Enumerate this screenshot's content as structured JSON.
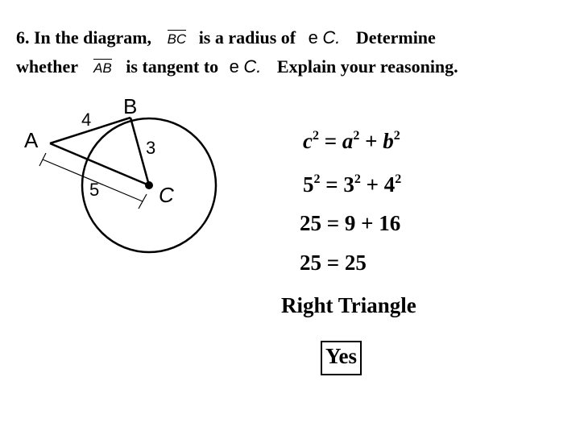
{
  "question": {
    "part1": "6.  In the diagram,",
    "segment_bc": "BC",
    "part2": "is a radius of",
    "circle_symbol": "e",
    "circle_name": "C.",
    "part3": "Determine",
    "line2_start": "whether",
    "segment_ab": "AB",
    "part4": "is tangent to",
    "part5": "Explain your reasoning."
  },
  "diagram": {
    "labels": {
      "point_a": "A",
      "point_b": "B",
      "point_c": "C",
      "length_ab": "4",
      "length_bc": "3",
      "length_ac": "5"
    }
  },
  "work": {
    "line1": {
      "c": "c",
      "c_exp": "2",
      "eq": " = ",
      "a": "a",
      "a_exp": "2",
      "plus": " + ",
      "b": "b",
      "b_exp": "2"
    },
    "line2": {
      "c": "5",
      "c_exp": "2",
      "eq": " = ",
      "a": "3",
      "a_exp": "2",
      "plus": " + ",
      "b": "4",
      "b_exp": "2"
    },
    "line3": "25 = 9 + 16",
    "line4": "25 = 25",
    "conclusion": "Right Triangle",
    "answer": "Yes"
  }
}
